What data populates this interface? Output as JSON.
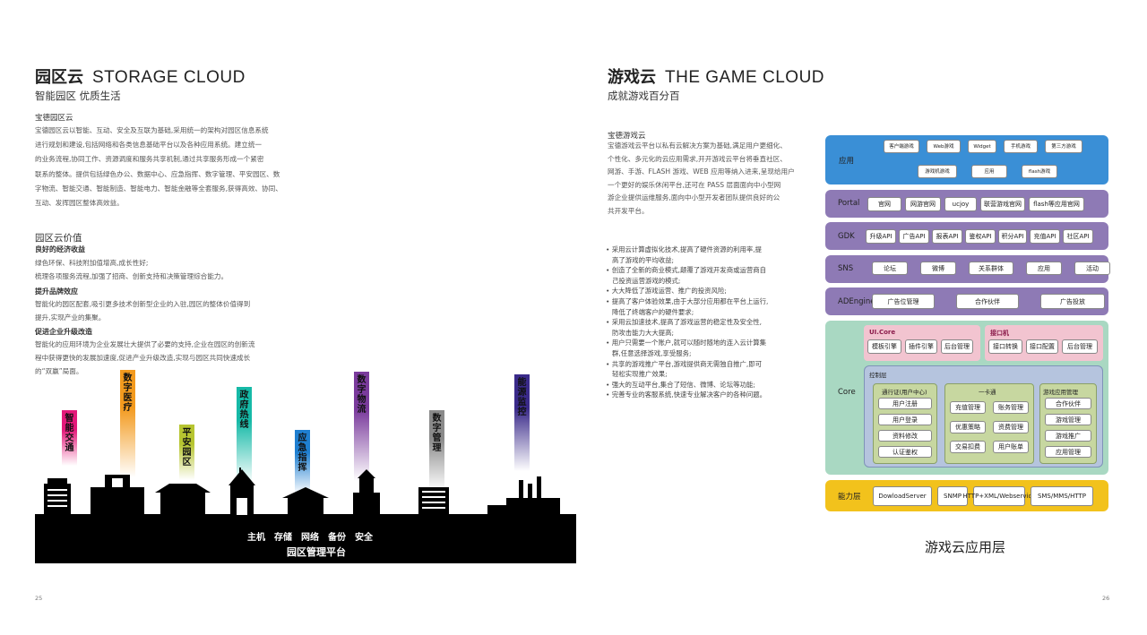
{
  "left": {
    "title_cn": "园区云",
    "title_en": "STORAGE CLOUD",
    "subtitle": "智能园区 优质生活",
    "section1_title": "宝德园区云",
    "section1_lines": [
      "宝德园区云以智能、互动、安全及互联为基础,采用统一的架构对园区信息系统",
      "进行规划和建设,包括网络和各类信息基础平台以及各种应用系统。建立统一",
      "的业务流程,协同工作、资源调度和服务共享机制,通过共享服务形成一个紧密",
      "联系的整体。提供包括绿色办公、数据中心、应急指挥、数字管理、平安园区、数",
      "字物流、智能交通、智能制造、智能电力、智能金融等全套服务,获得高效、协同、",
      "互动、发挥园区整体高效益。"
    ],
    "section2_title": "园区云价值",
    "value1_title": "良好的经济收益",
    "value1_lines": [
      "绿色环保、科技附加值增高,成长性好;",
      "梳理各项服务流程,加强了招商、创新支持和决策管理综合能力。"
    ],
    "value2_title": "提升品牌效应",
    "value2_lines": [
      "智能化的园区配套,吸引更多技术创新型企业的入驻,园区的整体价值得到",
      "提升,实现产业的集聚。"
    ],
    "value3_title": "促进企业升级改造",
    "value3_lines": [
      "智能化的应用环境为企业发展壮大提供了必要的支持,企业在园区的创新流",
      "程中获得更快的发展加速度,促进产业升级改造,实现与园区共同快速成长",
      "的“双赢”局面。"
    ],
    "beams": [
      {
        "label": "智能交通",
        "color": "#e4197a"
      },
      {
        "label": "数字医疗",
        "color": "#f39a1e"
      },
      {
        "label": "平安园区",
        "color": "#b7c531"
      },
      {
        "label": "政府热线",
        "color": "#16b9a7"
      },
      {
        "label": "应急指挥",
        "color": "#1f7fd0"
      },
      {
        "label": "数字物流",
        "color": "#7a3b9c"
      },
      {
        "label": "数字管理",
        "color": "#8a8a8a"
      },
      {
        "label": "能源监控",
        "color": "#3a2a8a"
      }
    ],
    "base_items": [
      "主机",
      "存储",
      "网络",
      "备份",
      "安全"
    ],
    "base_title": "园区管理平台",
    "page_number": "25"
  },
  "right": {
    "title_cn": "游戏云",
    "title_en": "THE GAME CLOUD",
    "subtitle": "成就游戏百分百",
    "section_title": "宝德游戏云",
    "section_lines": [
      "宝德游戏云平台以私有云解决方案为基础,满足用户更细化、",
      "个性化、多元化的云应用需求,开开游戏云平台将垂直社区、",
      "网游、手游、FLASH 游戏、WEB 应用等纳入进来,呈现给用户",
      "一个更好的娱乐休闲平台,还可在 PASS 层面面向中小型网",
      "游企业提供运维服务,面向中小型开发者团队提供良好的公",
      "共开发平台。"
    ],
    "bullets": [
      [
        "采用云计算虚拟化技术,提高了硬件资源的利用率,提",
        "高了游戏的平均收益;"
      ],
      [
        "创造了全新的商业模式,颠覆了游戏开发商或运营商自",
        "己投资运营游戏的模式;"
      ],
      [
        "大大降低了游戏运营、推广的投资风险;"
      ],
      [
        "提高了客户体验效果,由于大部分应用都在平台上运行,",
        "降低了终端客户的硬件要求;"
      ],
      [
        "采用云加速技术,提高了游戏运营的稳定性及安全性,",
        "防攻击能力大大提高;"
      ],
      [
        "用户只需要一个账户,就可以随时随地的连入云计算集",
        "群,任意选择游戏,享受服务;"
      ],
      [
        "共享的游戏推广平台,游戏提供商无需独自推广,即可",
        "轻松实现推广效果;"
      ],
      [
        "强大的互动平台,集合了短信、微博、论坛等功能;"
      ],
      [
        "完善专业的客服系统,快速专业解决客户的各种问题。"
      ]
    ],
    "diagram": {
      "app": {
        "label": "应用",
        "row1": [
          "客户端游戏",
          "Web游戏",
          "Widget",
          "手机游戏",
          "第三方游戏"
        ],
        "row2": [
          "游戏机游戏",
          "应用",
          "flash游戏"
        ]
      },
      "portal": {
        "label": "Portal",
        "items": [
          "官网",
          "网游官网",
          "ucjoy",
          "联营游戏官网",
          "flash等应用官网"
        ]
      },
      "gdk": {
        "label": "GDK",
        "items": [
          "升级API",
          "广告API",
          "报表API",
          "鉴权API",
          "积分API",
          "充值API",
          "社区API"
        ]
      },
      "sns": {
        "label": "SNS",
        "items": [
          "论坛",
          "微博",
          "关系群体",
          "应用",
          "活动"
        ]
      },
      "adengine": {
        "label": "ADEngine",
        "items": [
          "广告位管理",
          "合作伙伴",
          "广告投放"
        ]
      },
      "core": {
        "label": "Core",
        "uicore": {
          "title": "UI.Core",
          "items": [
            "模板引擎",
            "插件引擎",
            "后台管理"
          ]
        },
        "interface": {
          "title": "接口机",
          "items": [
            "接口转换",
            "接口配置",
            "后台管理"
          ]
        },
        "control": {
          "title": "控制层",
          "pass": {
            "title": "通行证(用户中心)",
            "items": [
              "用户注册",
              "用户登录",
              "资料修改",
              "认证鉴权"
            ]
          },
          "card": {
            "title": "一卡通",
            "items": [
              "充值管理",
              "账务管理",
              "优惠策略",
              "资费管理",
              "交易扣费",
              "用户账单"
            ]
          },
          "gamemgmt": {
            "title": "游戏应用管理",
            "items": [
              "合作伙伴",
              "游戏管理",
              "游戏推广",
              "应用管理"
            ]
          }
        }
      },
      "capability": {
        "label": "能力层",
        "items": [
          "DowloadServer",
          "SNMP",
          "HTTP+XML/Webservice",
          "SMS/MMS/HTTP"
        ]
      }
    },
    "diagram_caption": "游戏云应用层",
    "page_number": "26"
  },
  "colors": {
    "app_layer": "#3a8fd6",
    "purple_layer": "#8e7ab5",
    "core_layer": "#a9d8c2",
    "pink_box": "#f2c4d0",
    "control_box": "#b5c4de",
    "capability_layer": "#f2c21c"
  }
}
